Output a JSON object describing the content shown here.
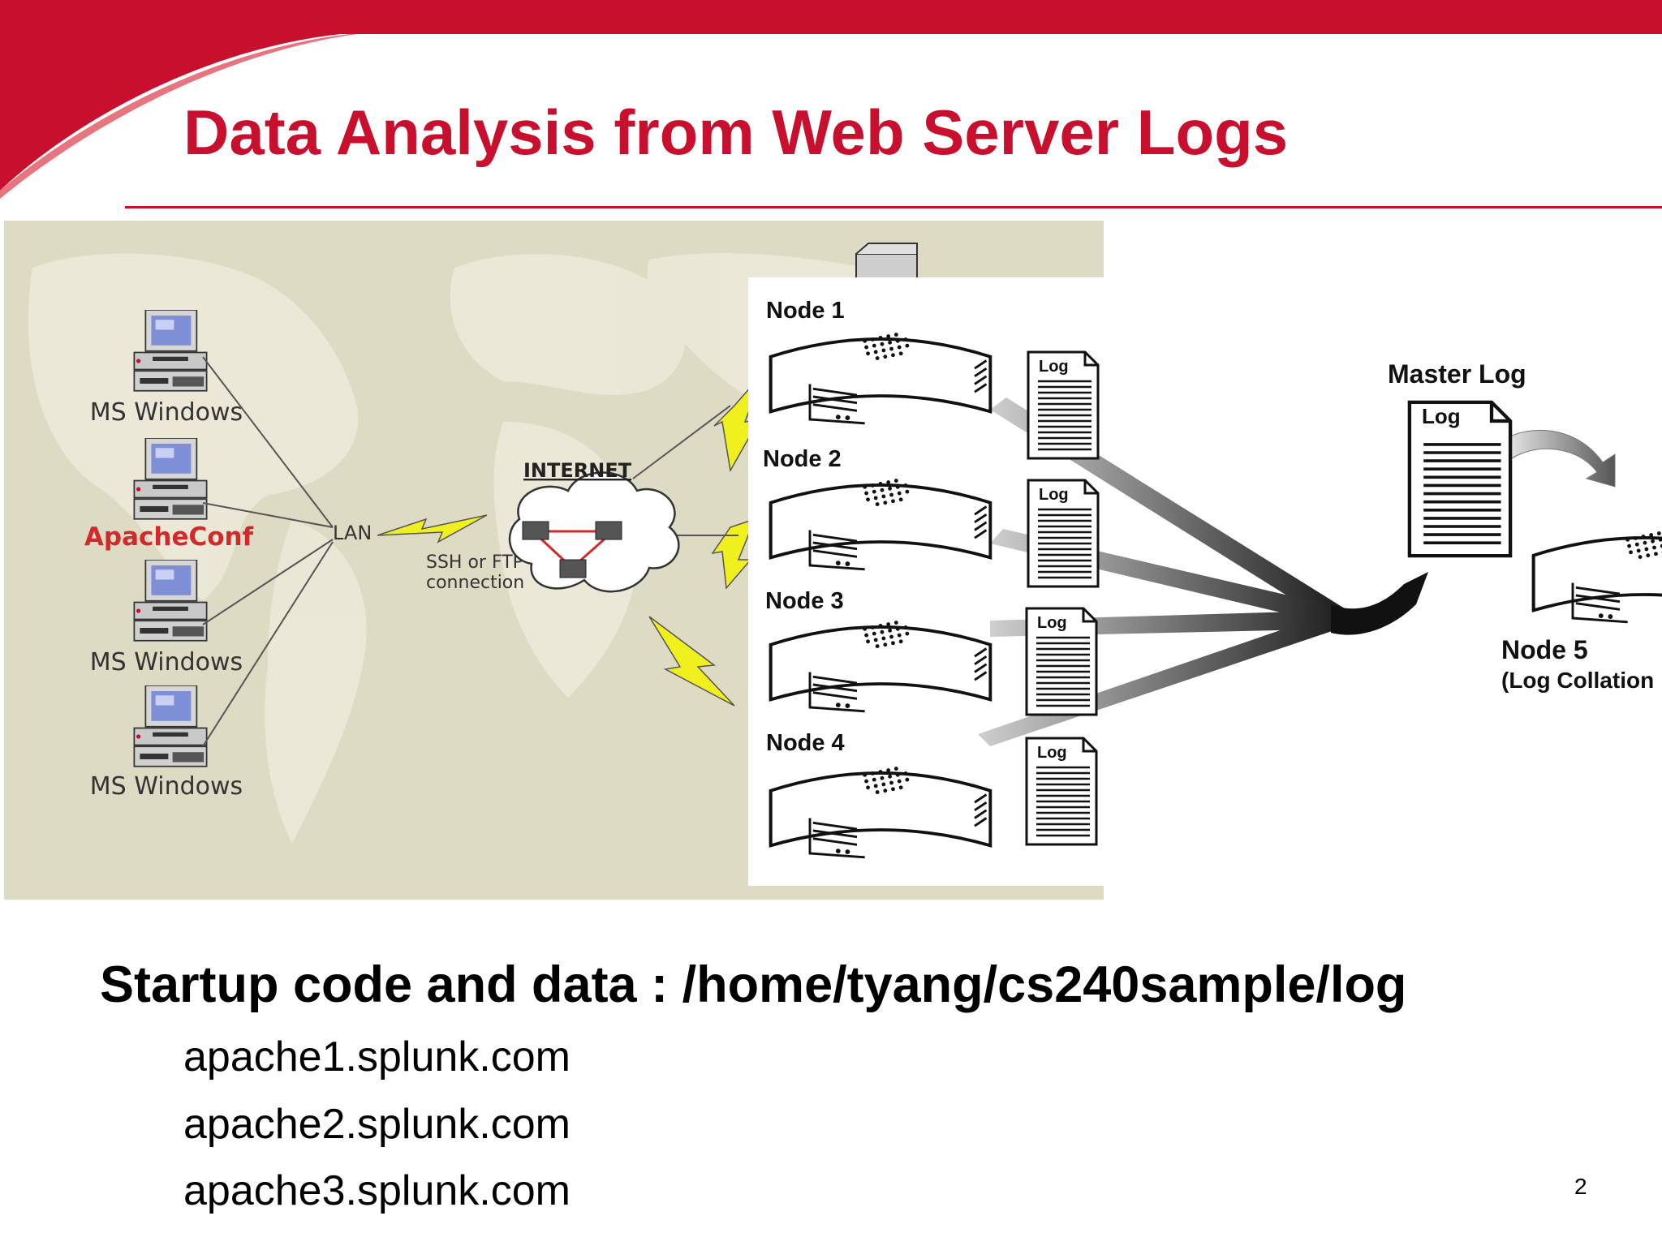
{
  "slide": {
    "title": "Data Analysis from Web Server Logs",
    "startup_text": "Startup code and data : /home/tyang/cs240sample/log",
    "hosts": [
      "apache1.splunk.com",
      "apache2.splunk.com",
      "apache3.splunk.com"
    ],
    "page_number": "2"
  },
  "left_diagram": {
    "clients": [
      "MS Windows",
      "ApacheConf",
      "MS Windows",
      "MS Windows"
    ],
    "lan_label": "LAN",
    "connection_label_line1": "SSH or FTP",
    "connection_label_line2": "connection",
    "internet_label": "INTERNET"
  },
  "right_diagram": {
    "nodes": [
      "Node 1",
      "Node 2",
      "Node 3",
      "Node 4"
    ],
    "log_label": "Log",
    "master_log_label": "Master Log",
    "master_log_doc_label": "Log",
    "collector_label": "Node 5",
    "collector_sublabel": "(Log Collation"
  },
  "colors": {
    "title": "#c8102e",
    "accent_red": "#c8102e",
    "map_background": "#dedbc5",
    "highlight_client_label": "#d22a2a",
    "lightning": "#f0f01e"
  }
}
